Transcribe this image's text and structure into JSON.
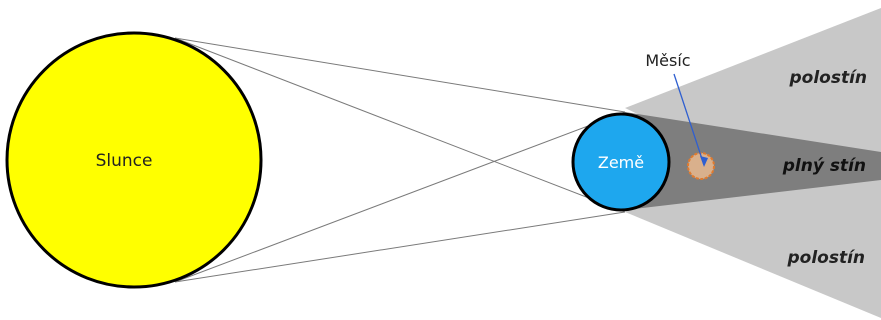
{
  "labels": {
    "sun": "Slunce",
    "earth": "Země",
    "moon": "Měsíc",
    "penumbra_top": "polostín",
    "umbra": "plný stín",
    "penumbra_bottom": "polostín"
  },
  "colors": {
    "sun_fill": "#ffff00",
    "earth_fill": "#1ea7ee",
    "moon_fill": "#d9b08c",
    "moon_stroke": "#e07a2e",
    "penumbra_fill": "#c8c8c8",
    "umbra_fill": "#7e7e7e",
    "pointer_line": "#2f5fd0",
    "outline": "#000000",
    "rays": "#7a7a7a"
  }
}
